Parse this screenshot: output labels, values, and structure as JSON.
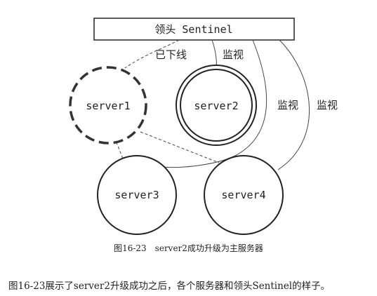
{
  "diagram": {
    "sentinel_label": "领头 Sentinel",
    "nodes": {
      "server1": "server1",
      "server2": "server2",
      "server3": "server3",
      "server4": "server4"
    },
    "edge_labels": {
      "offline": "已下线",
      "monitor_server2": "监视",
      "monitor_server3": "监视",
      "monitor_server4": "监视"
    }
  },
  "caption": "图16-23　server2成功升级为主服务器",
  "body_text": "图16-23展示了server2升级成功之后，各个服务器和领头Sentinel的样子。"
}
